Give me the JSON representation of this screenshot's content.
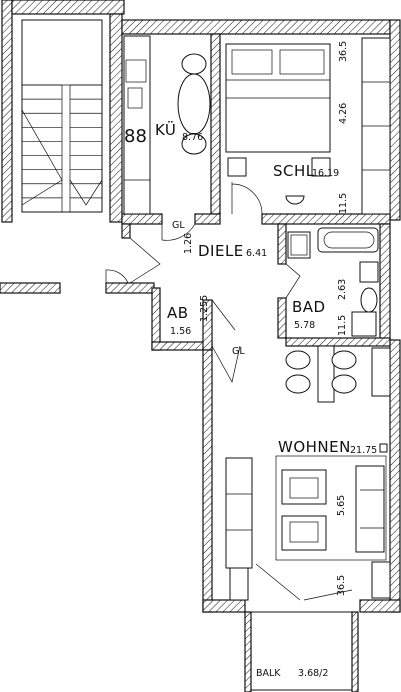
{
  "rooms": {
    "kitchen": {
      "name": "KÜ",
      "area": "8.76"
    },
    "bedroom": {
      "name": "SCHL",
      "area": "16.19"
    },
    "hall": {
      "name": "DIELE",
      "area": "6.41"
    },
    "storage": {
      "name": "AB",
      "area": "1.56"
    },
    "bathroom": {
      "name": "BAD",
      "area": "5.78"
    },
    "living": {
      "name": "WOHNEN",
      "area": "21.75"
    },
    "balcony": {
      "name": "BALK",
      "area": "3.68/2"
    }
  },
  "dimensions": {
    "bed_top": "36.5",
    "bed_width": "4.26",
    "bed_bottom": "11.5",
    "hall_height": "1.26",
    "ab_height": "1.255",
    "bad_width": "2.63",
    "bad_bottom": "11.5",
    "living_depth": "5.65",
    "living_bottom": "36.5"
  },
  "marks": {
    "gl_kitchen": "GL",
    "gl_hall": "GL"
  },
  "stove_glyph": "88"
}
